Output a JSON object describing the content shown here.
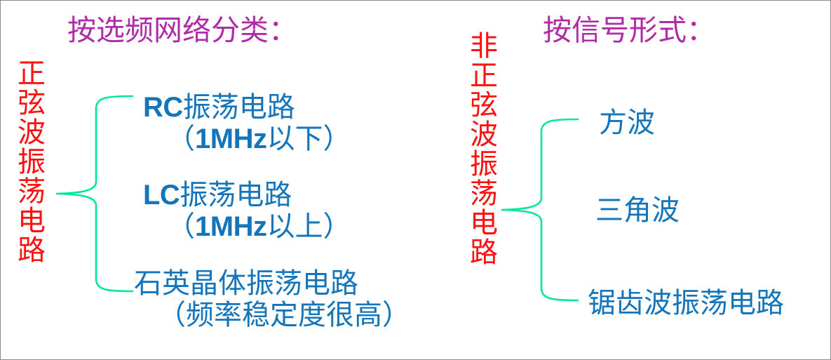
{
  "slide": {
    "background_color": "#ffffff",
    "border_color": "#8a8a8a",
    "heading_color": "#b02ba8",
    "category_color": "#ff1111",
    "item_color": "#1475bb",
    "brace_color": "#00e69a"
  },
  "left_group": {
    "heading": "按选频网络分类：",
    "category_label": "正弦波振荡电路",
    "category_chars": [
      "正",
      "弦",
      "波",
      "振",
      "荡",
      "电",
      "路"
    ],
    "items": [
      {
        "main": "RC振荡电路",
        "latin": "RC",
        "cjk": "振荡电路",
        "note": "（1MHz以下）",
        "note_latin": "1MHz",
        "note_cjk_prefix": "（",
        "note_cjk_suffix": "以下）"
      },
      {
        "main": "LC振荡电路",
        "latin": "LC",
        "cjk": "振荡电路",
        "note": "（1MHz以上）",
        "note_latin": "1MHz",
        "note_cjk_prefix": "（",
        "note_cjk_suffix": "以上）"
      },
      {
        "main": "石英晶体振荡电路",
        "latin": "",
        "cjk": "石英晶体振荡电路",
        "note": "（频率稳定度很高）",
        "note_latin": "",
        "note_cjk_prefix": "",
        "note_cjk_suffix": ""
      }
    ]
  },
  "right_group": {
    "heading": "按信号形式：",
    "category_label": "非正弦波振荡电路",
    "category_chars": [
      "非",
      "正",
      "弦",
      "波",
      "振",
      "荡",
      "电",
      "路"
    ],
    "items": [
      {
        "main": "方波",
        "note": ""
      },
      {
        "main": "三角波",
        "note": ""
      },
      {
        "main": "锯齿波振荡电路",
        "note": ""
      }
    ]
  }
}
